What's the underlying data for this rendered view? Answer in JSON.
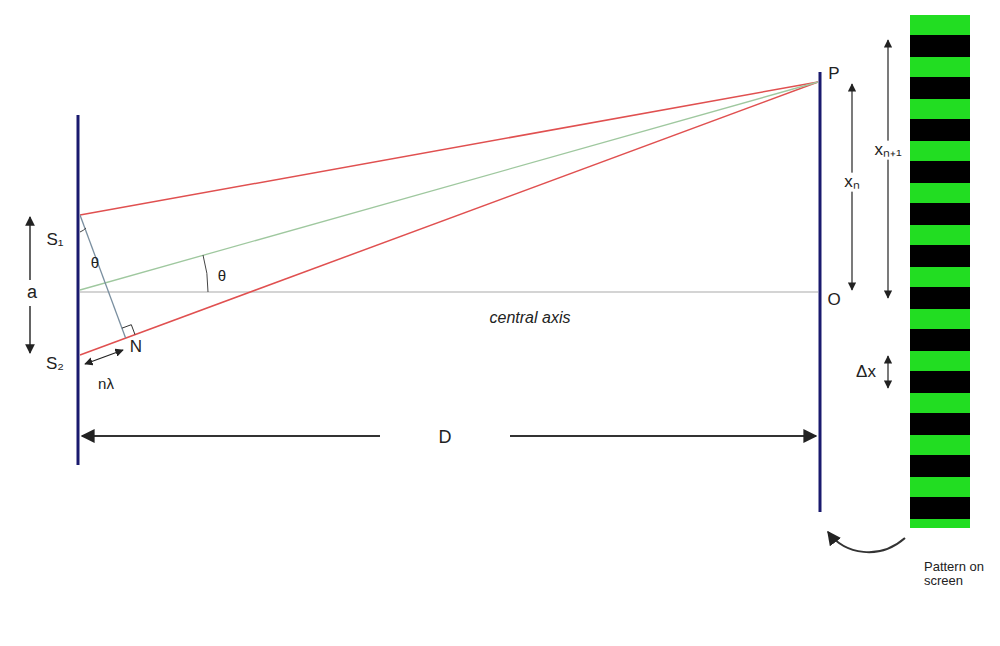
{
  "diagram": {
    "labels": [
      "S₁",
      "a",
      "S₂",
      "θ",
      "θ",
      "N",
      "nλ",
      "central axis",
      "P",
      "O",
      "xₙ",
      "xₙ₊₁",
      "Δx",
      "D",
      "Pattern on screen"
    ]
  }
}
